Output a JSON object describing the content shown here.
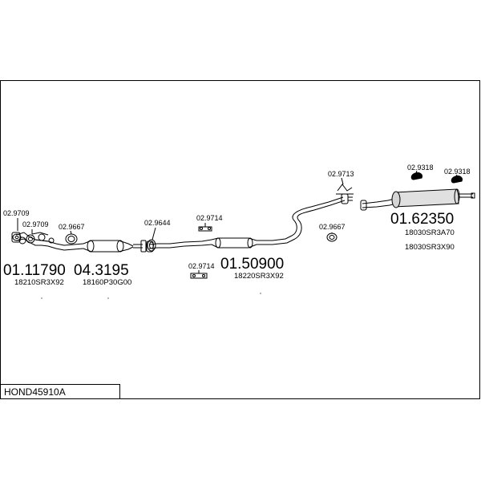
{
  "diagram": {
    "code": "HOND45910A",
    "parts": [
      {
        "number": "01.11790",
        "oem": "18210SR3X92"
      },
      {
        "number": "04.3195",
        "oem": "18160P30G00"
      },
      {
        "number": "01.50900",
        "oem": "18220SR3X92"
      },
      {
        "number": "01.62350",
        "oem": "18030SR3A70",
        "oem2": "18030SR3X90"
      }
    ],
    "accessories": [
      {
        "number": "02.9709"
      },
      {
        "number": "02.9709"
      },
      {
        "number": "02.9667"
      },
      {
        "number": "02.9644"
      },
      {
        "number": "02.9714"
      },
      {
        "number": "02.9714"
      },
      {
        "number": "02.9713"
      },
      {
        "number": "02.9667"
      },
      {
        "number": "02.9318"
      },
      {
        "number": "02.9318"
      }
    ]
  }
}
